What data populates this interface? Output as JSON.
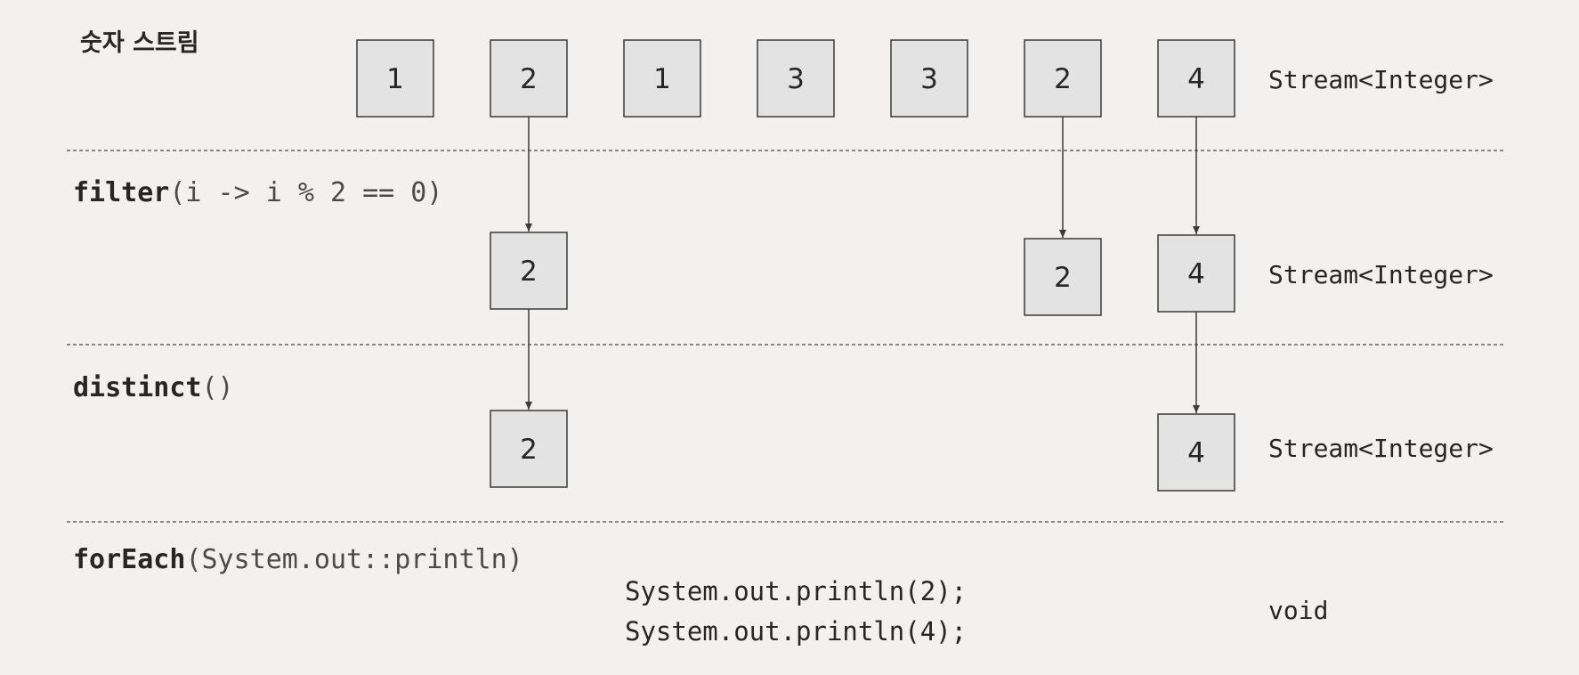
{
  "stages": [
    {
      "label_kr": "숫자 스트림",
      "type": "Stream<Integer>",
      "values": [
        "1",
        "2",
        "1",
        "3",
        "3",
        "2",
        "4"
      ]
    },
    {
      "op_name": "filter",
      "op_args": "(i -> i % 2 == 0)",
      "type": "Stream<Integer>",
      "values": [
        "2",
        "2",
        "4"
      ]
    },
    {
      "op_name": "distinct",
      "op_args": "()",
      "type": "Stream<Integer>",
      "values": [
        "2",
        "4"
      ]
    },
    {
      "op_name": "forEach",
      "op_args": "(System.out::println)",
      "type": "void",
      "output_lines": [
        "System.out.println(2);",
        "System.out.println(4);"
      ]
    }
  ]
}
